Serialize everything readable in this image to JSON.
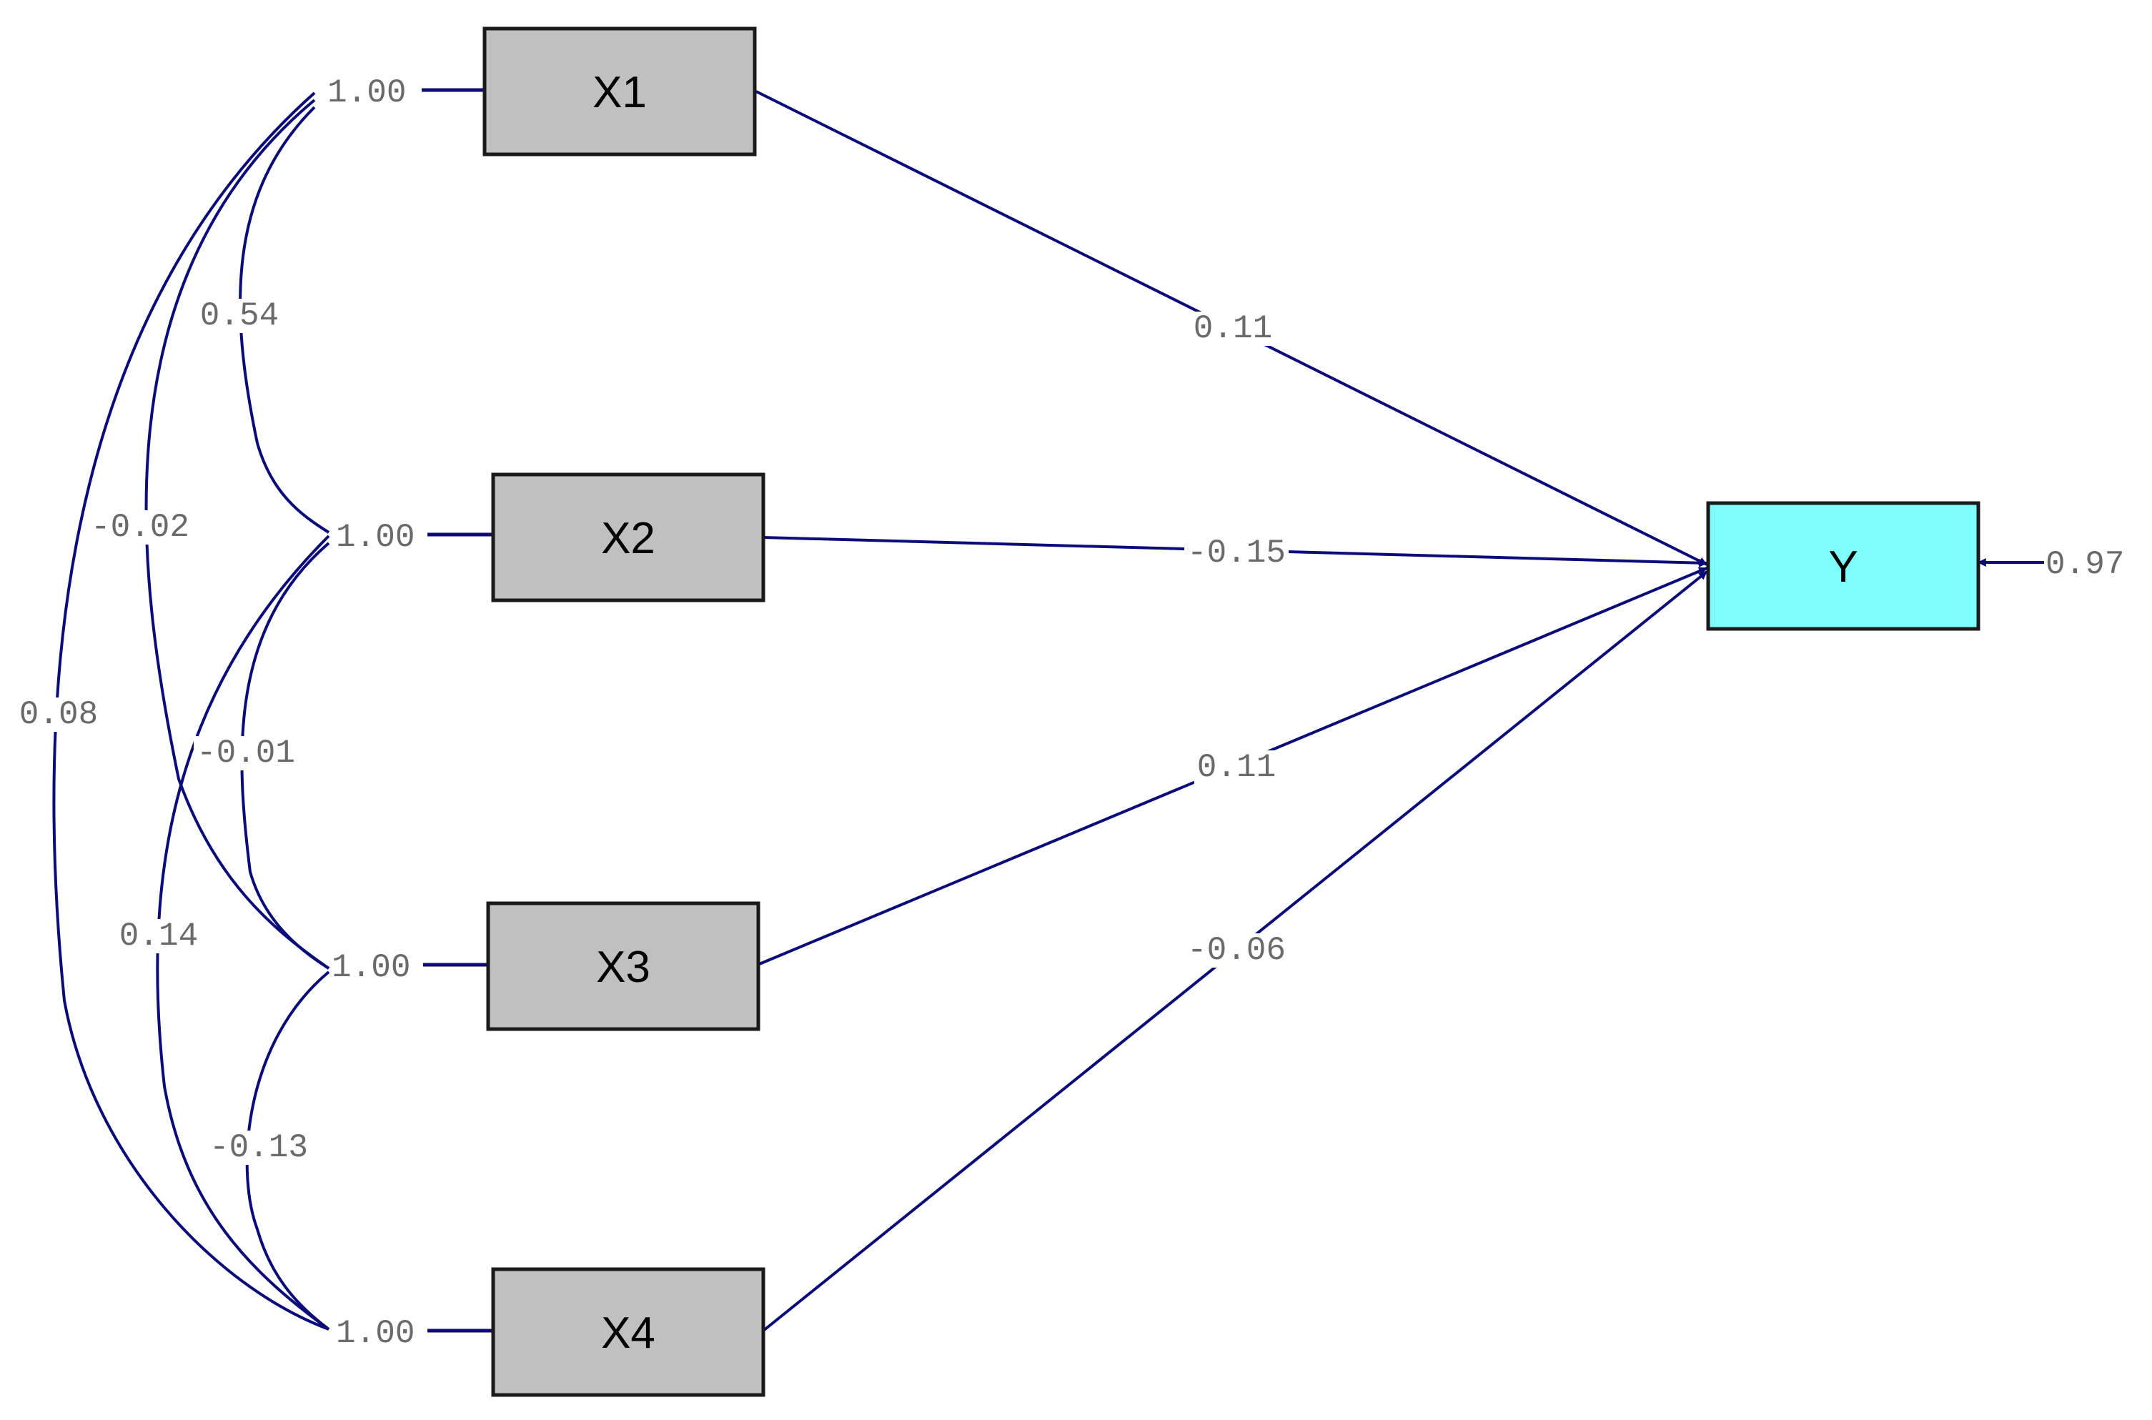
{
  "colors": {
    "line": "#0b0b7a",
    "predictor_fill": "#c0c0c0",
    "outcome_fill": "#7ffcfc",
    "border": "#1a1a1a",
    "label_text": "#6a6a6a"
  },
  "nodes": [
    {
      "id": "X1",
      "label": "X1",
      "variance": "1.00"
    },
    {
      "id": "X2",
      "label": "X2",
      "variance": "1.00"
    },
    {
      "id": "X3",
      "label": "X3",
      "variance": "1.00"
    },
    {
      "id": "X4",
      "label": "X4",
      "variance": "1.00"
    },
    {
      "id": "Y",
      "label": "Y",
      "error_variance": "0.97"
    }
  ],
  "paths": [
    {
      "from": "X1",
      "to": "Y",
      "coefficient": "0.11"
    },
    {
      "from": "X2",
      "to": "Y",
      "coefficient": "-0.15"
    },
    {
      "from": "X3",
      "to": "Y",
      "coefficient": "0.11"
    },
    {
      "from": "X4",
      "to": "Y",
      "coefficient": "-0.06"
    }
  ],
  "covariances": [
    {
      "between": [
        "X1",
        "X2"
      ],
      "value": "0.54"
    },
    {
      "between": [
        "X1",
        "X3"
      ],
      "value": "-0.02"
    },
    {
      "between": [
        "X1",
        "X4"
      ],
      "value": "0.08"
    },
    {
      "between": [
        "X2",
        "X3"
      ],
      "value": "-0.01"
    },
    {
      "between": [
        "X2",
        "X4"
      ],
      "value": "0.14"
    },
    {
      "between": [
        "X3",
        "X4"
      ],
      "value": "-0.13"
    }
  ]
}
